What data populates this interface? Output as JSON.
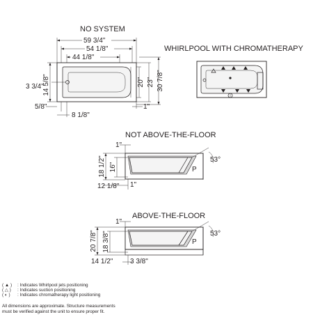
{
  "views": {
    "top": {
      "title": "NO SYSTEM",
      "dims": {
        "overall_length": "59 3/4\"",
        "basin_length": "54 1/8\"",
        "bottom_length": "44 1/8\"",
        "overall_depth": "14 5/8\"",
        "drain_offset": "3 3/4\"",
        "rim_offset": "5/8\"",
        "bottom_offset": "8 1/8\"",
        "basin_width": "20\"",
        "width_inner": "23\"",
        "overall_width": "30 7/8\"",
        "apron": "1\""
      }
    },
    "whirlpool": {
      "title": "WHIRLPOOL WITH CHROMATHERAPY"
    },
    "not_above": {
      "title": "NOT ABOVE-THE-FLOOR",
      "dims": {
        "top_lip": "1\"",
        "height": "18 1/2\"",
        "depth": "16\"",
        "floor_lip": "1\"",
        "drain_setback": "12 1/8\"",
        "angle": "53°",
        "label_p": "P"
      }
    },
    "above": {
      "title": "ABOVE-THE-FLOOR",
      "dims": {
        "top_lip": "1\"",
        "height": "20 7/8\"",
        "depth": "18 3/8\"",
        "drain_setback": "14 1/2\"",
        "raise": "3 3/8\"",
        "angle": "53°",
        "label_p": "P"
      }
    }
  },
  "legend": {
    "items": [
      {
        "symbol": "( ▲ )",
        "text": ": Indicates Whirlpool jets positioning"
      },
      {
        "symbol": "( △ )",
        "text": ": Indicates suction positioning"
      },
      {
        "symbol": "( ◐ )",
        "text": ": Indicates chromatherapy light positioning"
      }
    ],
    "note_line1": "All dimensions are approximate. Structure measurements",
    "note_line2": "must be verified against the unit to ensure proper fit."
  }
}
